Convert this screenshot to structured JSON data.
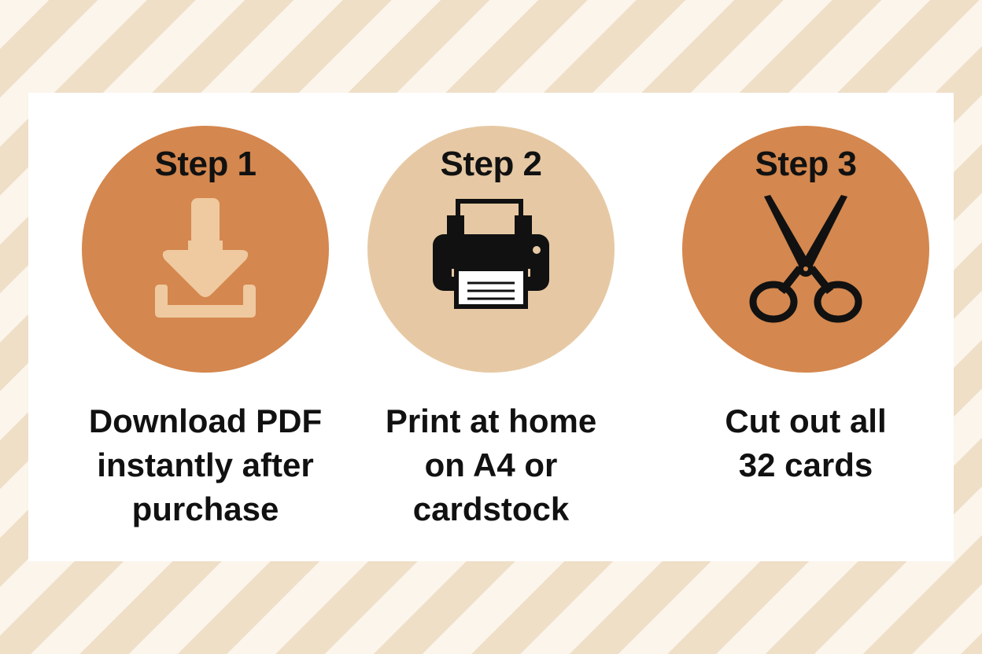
{
  "colors": {
    "orange_circle": "#d4874e",
    "beige_circle": "#e6c9a4",
    "download_icon": "#efc9a0",
    "dark_icon": "#111111"
  },
  "steps": [
    {
      "title": "Step 1",
      "icon": "download-icon",
      "caption_lines": [
        "Download PDF",
        "instantly after",
        "purchase"
      ]
    },
    {
      "title": "Step 2",
      "icon": "printer-icon",
      "caption_lines": [
        "Print at home",
        "on A4 or",
        "cardstock"
      ]
    },
    {
      "title": "Step 3",
      "icon": "scissors-icon",
      "caption_lines": [
        "Cut out all",
        "32 cards"
      ]
    }
  ]
}
